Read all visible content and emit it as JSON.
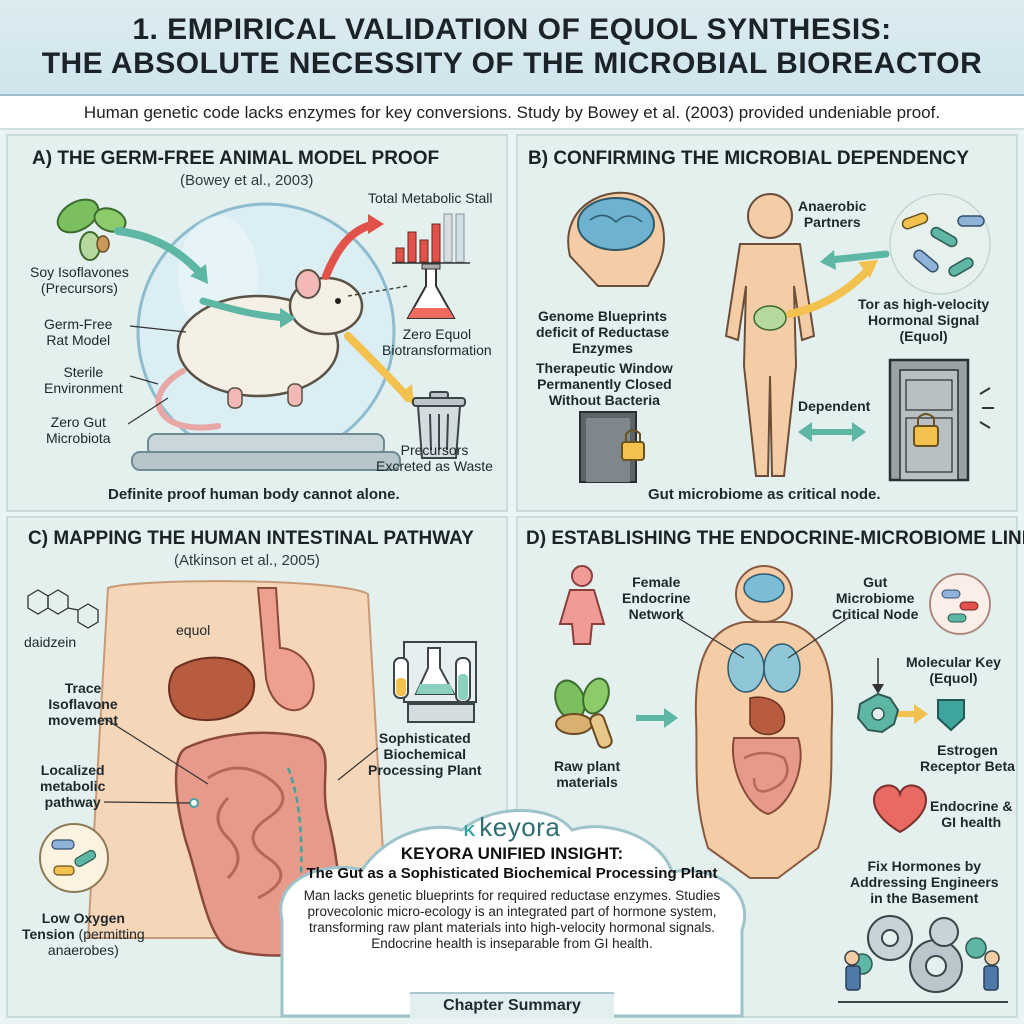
{
  "header": {
    "title_line1": "1. EMPIRICAL VALIDATION OF EQUOL SYNTHESIS:",
    "title_line2": "THE ABSOLUTE NECESSITY OF THE MICROBIAL BIOREACTOR",
    "subtitle": "Human genetic code lacks enzymes for key conversions. Study by Bowey et al. (2003) provided undeniable proof."
  },
  "panel_a": {
    "title": "A) THE GERM-FREE ANIMAL MODEL PROOF",
    "citation": "(Bowey et al., 2003)",
    "labels": {
      "soy1": "Soy Isoflavones",
      "soy2": "(Precursors)",
      "germ1": "Germ-Free",
      "germ2": "Rat Model",
      "sterile1": "Sterile",
      "sterile2": "Environment",
      "zero1": "Zero Gut",
      "zero2": "Microbiota",
      "stall": "Total Metabolic Stall",
      "equol1": "Zero Equol",
      "equol2": "Biotransformation",
      "prec1": "Precursors",
      "prec2": "Excreted as Waste"
    },
    "footer": "Definite proof human body cannot alone."
  },
  "panel_b": {
    "title": "B) CONFIRMING THE MICROBIAL DEPENDENCY",
    "labels": {
      "anaerobic1": "Anaerobic",
      "anaerobic2": "Partners",
      "genome1": "Genome Blueprints",
      "genome2": "deficit of Reductase",
      "genome3": "Enzymes",
      "tor1": "Tor as high-velocity",
      "tor2": "Hormonal Signal",
      "tor3": "(Equol)",
      "window1": "Therapeutic Window",
      "window2": "Permanently Closed",
      "window3": "Without Bacteria",
      "dependent": "Dependent"
    },
    "footer": "Gut microbiome as critical node."
  },
  "panel_c": {
    "title": "C) MAPPING THE HUMAN INTESTINAL PATHWAY",
    "citation": "(Atkinson et al., 2005)",
    "labels": {
      "daidzein": "daidzein",
      "equol": "equol",
      "trace1": "Trace",
      "trace2": "Isoflavone",
      "trace3": "movement",
      "local1": "Localized",
      "local2": "metabolic",
      "local3": "pathway",
      "soph1": "Sophisticated",
      "soph2": "Biochemical",
      "soph3": "Processing Plant",
      "low1": "Low Oxygen",
      "low2_bold": "Tension",
      "low2_rest": " (permitting",
      "low3": "anaerobes)"
    }
  },
  "panel_d": {
    "title": "D) ESTABLISHING THE ENDOCRINE-MICROBIOME LINK",
    "labels": {
      "female1": "Female",
      "female2": "Endocrine",
      "female3": "Network",
      "gut1": "Gut",
      "gut2": "Microbiome",
      "gut3": "Critical Node",
      "key1": "Molecular Key",
      "key2": "(Equol)",
      "raw1": "Raw plant",
      "raw2": "materials",
      "estro1": "Estrogen",
      "estro2": "Receptor Beta",
      "endo1": "Endocrine &",
      "endo2": "GI health",
      "fix1": "Fix Hormones by",
      "fix2": "Addressing Engineers",
      "fix3": "in the Basement"
    }
  },
  "summary": {
    "brand": "keyora",
    "heading": "KEYORA UNIFIED INSIGHT:",
    "subheading": "The Gut as a Sophisticated Biochemical Processing Plant",
    "body": "Man lacks genetic blueprints for required reductase enzymes. Studies provecolonic micro-ecology is an integrated part of hormone system, transforming raw plant materials into high-velocity hormonal signals. Endocrine health is inseparable from GI health.",
    "chapter": "Chapter Summary"
  },
  "colors": {
    "teal": "#3fa59c",
    "yellow_arrow": "#f2c14e",
    "red_arrow": "#e2524b",
    "skin": "#f4cda6",
    "liver": "#b85c3f",
    "intestine": "#e79a8a"
  }
}
